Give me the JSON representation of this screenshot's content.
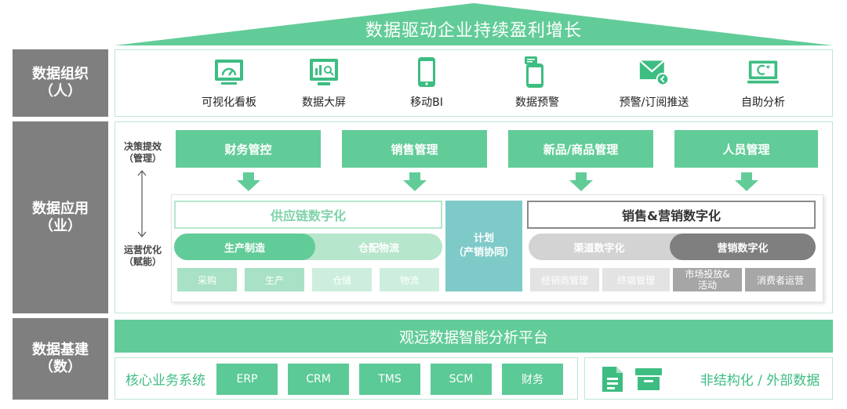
{
  "roof": {
    "title": "数据驱动企业持续盈利增长"
  },
  "rows": {
    "org": {
      "title": "数据组织",
      "sub": "（人）"
    },
    "app": {
      "title": "数据应用",
      "sub": "（业）"
    },
    "infra": {
      "title": "数据基建",
      "sub": "（数）"
    }
  },
  "tools": [
    {
      "label": "可视化看板",
      "icon": "dashboard-gauge-icon"
    },
    {
      "label": "数据大屏",
      "icon": "big-screen-icon"
    },
    {
      "label": "移动BI",
      "icon": "mobile-phone-icon"
    },
    {
      "label": "数据预警",
      "icon": "phone-alert-icon"
    },
    {
      "label": "预警/订阅推送",
      "icon": "mail-push-icon"
    },
    {
      "label": "自助分析",
      "icon": "self-service-analysis-icon"
    }
  ],
  "side": {
    "decision": {
      "l1": "决策提效",
      "l2": "（管理）"
    },
    "ops": {
      "l1": "运营优化",
      "l2": "（赋能）"
    }
  },
  "mgmt": [
    "财务管控",
    "销售管理",
    "新品/商品管理",
    "人员管理"
  ],
  "supply": {
    "title": "供应链数字化",
    "pills": [
      "生产制造",
      "仓配物流"
    ],
    "leaves": [
      "采购",
      "生产",
      "仓储",
      "物流"
    ]
  },
  "plan": {
    "l1": "计划",
    "l2": "（产销协同）"
  },
  "sales": {
    "title": "销售&营销数字化",
    "pills": [
      "渠道数字化",
      "营销数字化"
    ],
    "leaves": [
      "经销商管理",
      "终端管理",
      "市场投放&活动",
      "消费者运营"
    ]
  },
  "platform": {
    "title": "观远数据智能分析平台"
  },
  "core": {
    "label": "核心业务系统",
    "systems": [
      "ERP",
      "CRM",
      "TMS",
      "SCM",
      "财务"
    ]
  },
  "external": {
    "label": "非结构化 / 外部数据"
  },
  "colors": {
    "green": "#62cc98",
    "teal": "#7ecac8",
    "gray": "#7f7f7f",
    "light_green": "#b6e6cc",
    "light_gray": "#d3d3d3"
  }
}
